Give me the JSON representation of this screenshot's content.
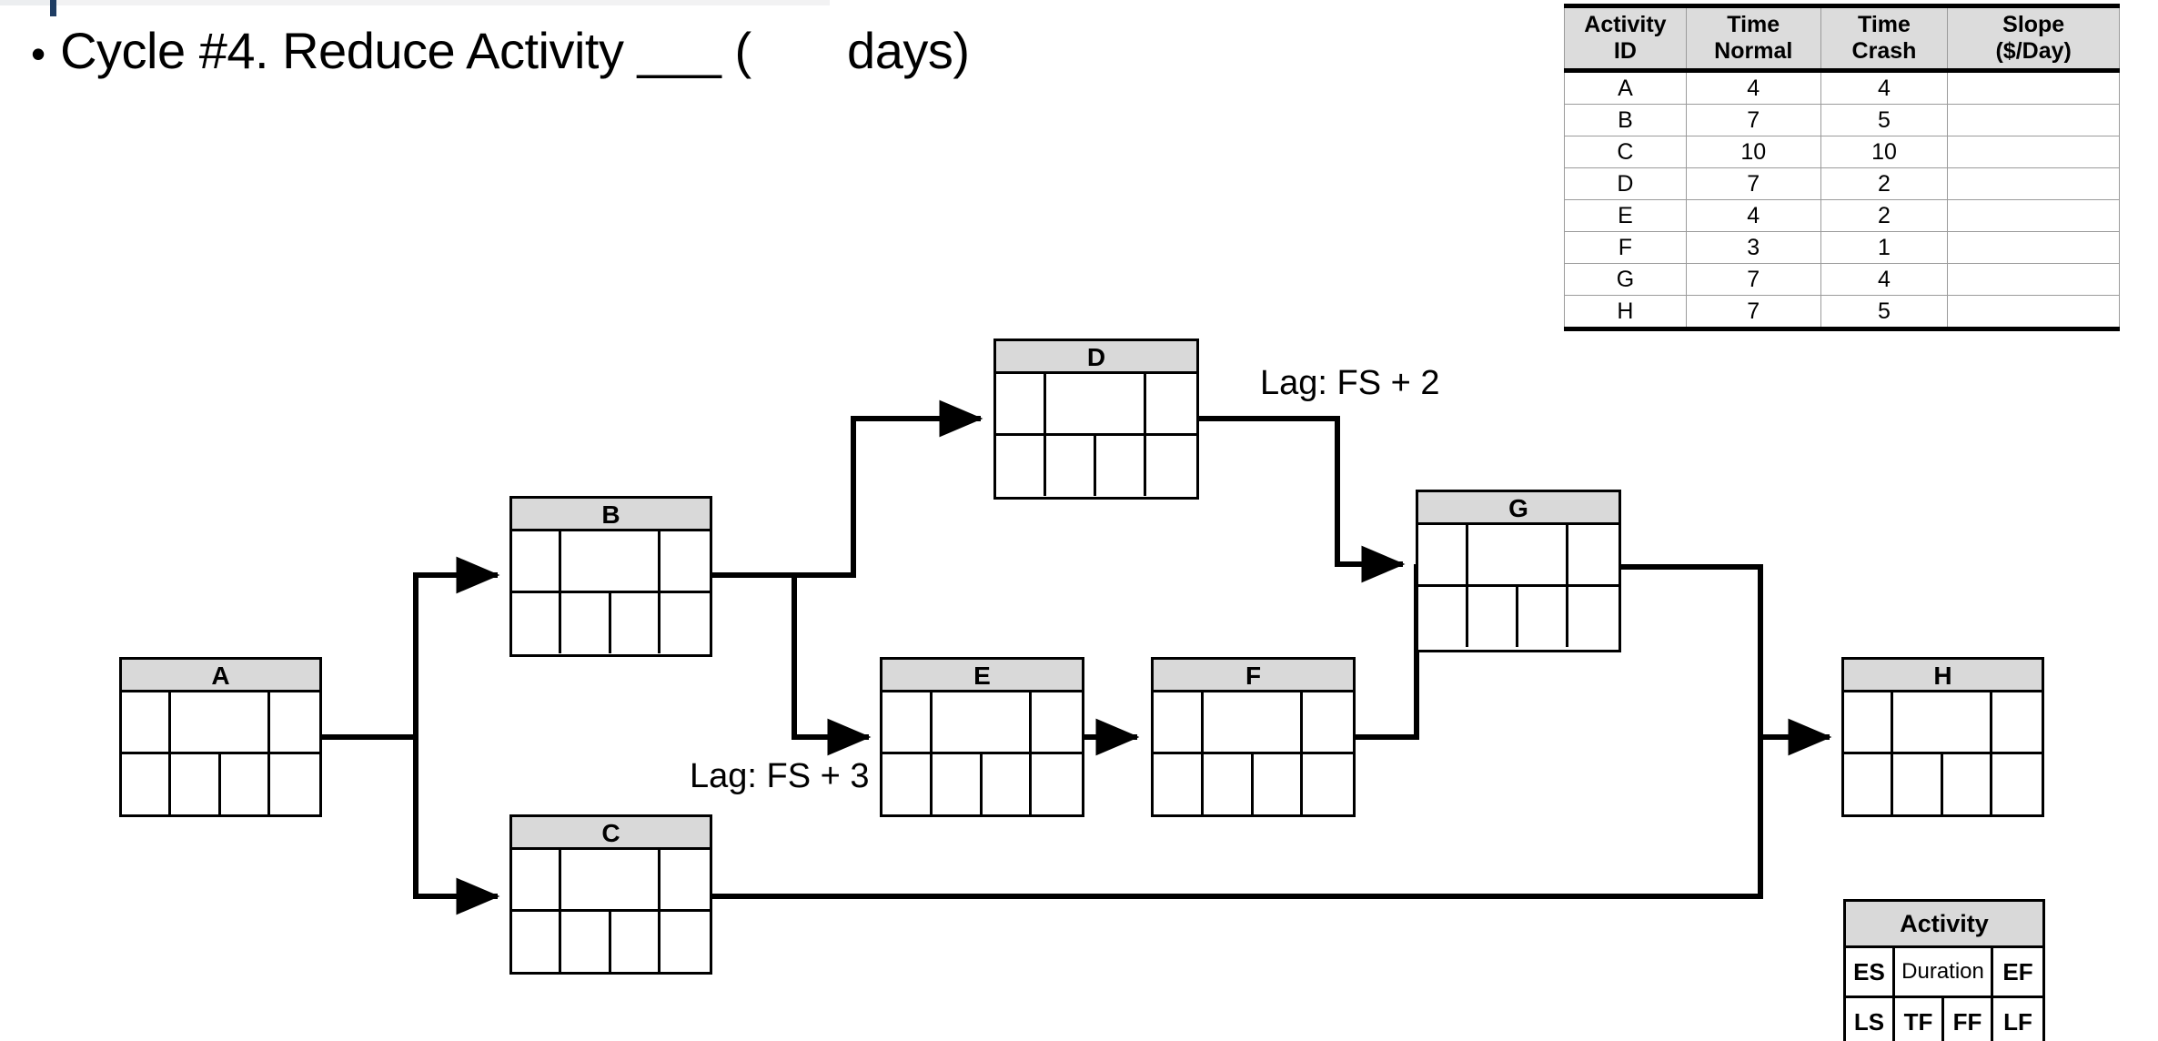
{
  "slide": {
    "bullet_marker": "•",
    "headline": "Cycle #4. Reduce Activity ___ (       days)"
  },
  "crash_table": {
    "headers": [
      "Activity\nID",
      "Time\nNormal",
      "Time\nCrash",
      "Slope\n($/Day)"
    ],
    "header_lines": [
      [
        "Activity",
        "ID"
      ],
      [
        "Time",
        "Normal"
      ],
      [
        "Time",
        "Crash"
      ],
      [
        "Slope",
        "($/Day)"
      ]
    ],
    "rows": [
      {
        "id": "A",
        "time_normal": "4",
        "time_crash": "4",
        "slope": ""
      },
      {
        "id": "B",
        "time_normal": "7",
        "time_crash": "5",
        "slope": ""
      },
      {
        "id": "C",
        "time_normal": "10",
        "time_crash": "10",
        "slope": ""
      },
      {
        "id": "D",
        "time_normal": "7",
        "time_crash": "2",
        "slope": ""
      },
      {
        "id": "E",
        "time_normal": "4",
        "time_crash": "2",
        "slope": ""
      },
      {
        "id": "F",
        "time_normal": "3",
        "time_crash": "1",
        "slope": ""
      },
      {
        "id": "G",
        "time_normal": "7",
        "time_crash": "4",
        "slope": ""
      },
      {
        "id": "H",
        "time_normal": "7",
        "time_crash": "5",
        "slope": ""
      }
    ]
  },
  "legend": {
    "title": "Activity",
    "row1": [
      "ES",
      "Duration",
      "EF"
    ],
    "row2": [
      "LS",
      "TF",
      "FF",
      "LF"
    ]
  },
  "network": {
    "nodes": [
      {
        "id": "A",
        "label": "A",
        "cells_top": [
          "",
          "",
          ""
        ],
        "cells_bottom": [
          "",
          "",
          "",
          ""
        ]
      },
      {
        "id": "B",
        "label": "B",
        "cells_top": [
          "",
          "",
          ""
        ],
        "cells_bottom": [
          "",
          "",
          "",
          ""
        ]
      },
      {
        "id": "C",
        "label": "C",
        "cells_top": [
          "",
          "",
          ""
        ],
        "cells_bottom": [
          "",
          "",
          "",
          ""
        ]
      },
      {
        "id": "D",
        "label": "D",
        "cells_top": [
          "",
          "",
          ""
        ],
        "cells_bottom": [
          "",
          "",
          "",
          ""
        ]
      },
      {
        "id": "E",
        "label": "E",
        "cells_top": [
          "",
          "",
          ""
        ],
        "cells_bottom": [
          "",
          "",
          "",
          ""
        ]
      },
      {
        "id": "F",
        "label": "F",
        "cells_top": [
          "",
          "",
          ""
        ],
        "cells_bottom": [
          "",
          "",
          "",
          ""
        ]
      },
      {
        "id": "G",
        "label": "G",
        "cells_top": [
          "",
          "",
          ""
        ],
        "cells_bottom": [
          "",
          "",
          "",
          ""
        ]
      },
      {
        "id": "H",
        "label": "H",
        "cells_top": [
          "",
          "",
          ""
        ],
        "cells_bottom": [
          "",
          "",
          "",
          ""
        ]
      }
    ],
    "lag_labels": [
      {
        "id": "lag-d-g",
        "text": "Lag: FS + 2"
      },
      {
        "id": "lag-b-e",
        "text": "Lag: FS + 3"
      }
    ]
  },
  "colors": {
    "node_header_fill": "#d9d9d9",
    "table_header_fill": "#dcdcdc",
    "line": "#000000",
    "background": "#ffffff"
  }
}
